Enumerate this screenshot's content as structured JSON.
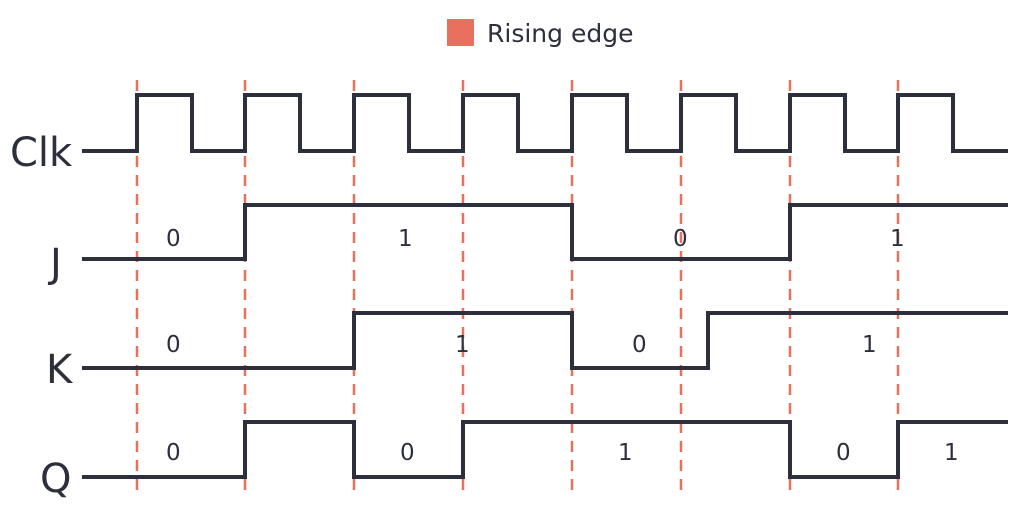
{
  "legend": {
    "label": "Rising edge",
    "color": "#e8705e"
  },
  "colors": {
    "wave": "#2d2f3d",
    "edge": "#e8705e"
  },
  "signals": [
    {
      "name": "Clk"
    },
    {
      "name": "J",
      "segment_labels": [
        "0",
        "1",
        "0",
        "1"
      ]
    },
    {
      "name": "K",
      "segment_labels": [
        "0",
        "1",
        "0",
        "1"
      ]
    },
    {
      "name": "Q",
      "segment_labels": [
        "0",
        "0",
        "1",
        "0",
        "1"
      ]
    }
  ]
}
